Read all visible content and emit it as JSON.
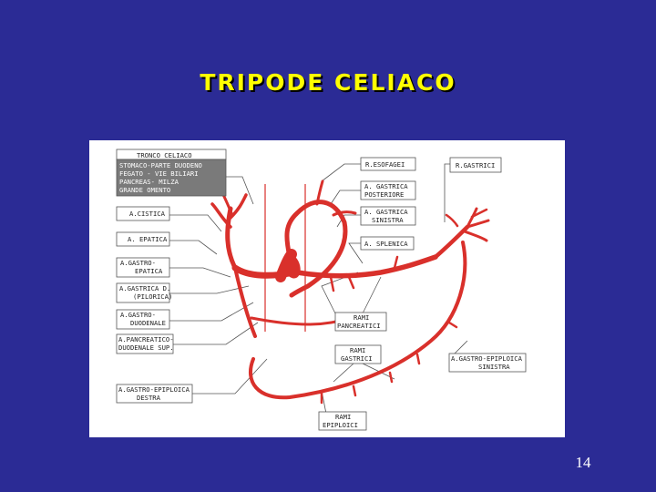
{
  "slide": {
    "title": "TRIPODE CELIACO",
    "page_number": "14"
  },
  "diagram": {
    "trunk_box": {
      "title": "TRONCO CELIACO",
      "lines": [
        "STOMACO-PARTE DUODENO",
        "FEGATO - VIE BILIARI",
        "PANCREAS- MILZA",
        "GRANDE OMENTO"
      ]
    },
    "left_labels": [
      [
        "A.CISTICA"
      ],
      [
        "A. EPATICA"
      ],
      [
        "A.GASTRO-",
        "EPATICA"
      ],
      [
        "A.GASTRICA D.",
        "(PILORICA)"
      ],
      [
        "A.GASTRO-",
        "DUODENALE"
      ],
      [
        "A.PANCREATICO-",
        "DUODENALE SUP."
      ],
      [
        "A.GASTRO-EPIPLOICA",
        "DESTRA"
      ]
    ],
    "top_labels": [
      [
        "R.ESOFAGEI"
      ],
      [
        "A. GASTRICA",
        "POSTERIORE"
      ],
      [
        "A. GASTRICA",
        "SINISTRA"
      ],
      [
        "A. SPLENICA"
      ]
    ],
    "gastrici_label": [
      "R.GASTRICI"
    ],
    "pancreatici_label": [
      "RAMI",
      "PANCREATICI"
    ],
    "rami_gastrici_label": [
      "RAMI",
      "GASTRICI"
    ],
    "gastro_epiploica_sin_label": [
      "A.GASTRO-EPIPLOICA",
      "SINISTRA"
    ],
    "epiploici_label": [
      "RAMI",
      "EPIPLOICI"
    ],
    "colors": {
      "artery": "#d9302b",
      "slide_background": "#2b2b95",
      "title": "#ffff00"
    }
  }
}
